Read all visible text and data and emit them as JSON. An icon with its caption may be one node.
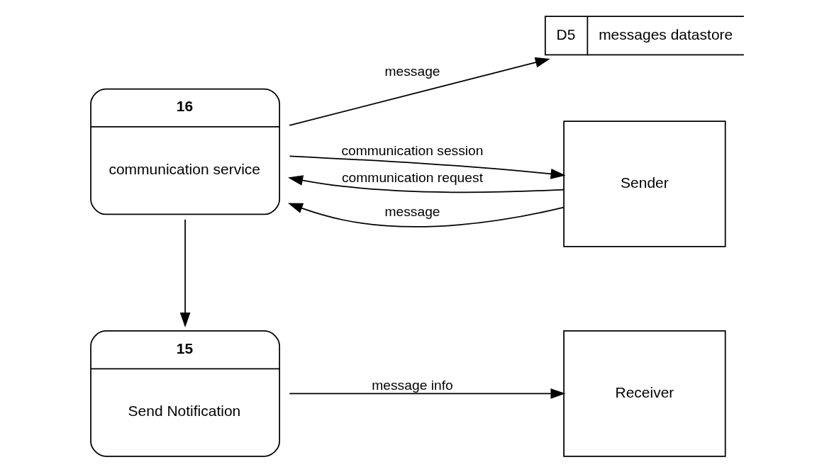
{
  "diagram": {
    "nodes": [
      {
        "text": [
          "16",
          "communication service"
        ]
      },
      {
        "text": [
          "D5",
          "messages datastore"
        ]
      },
      {
        "text": [
          "Sender"
        ]
      },
      {
        "text": [
          "15",
          "Send Notification"
        ]
      },
      {
        "text": [
          "Receiver"
        ]
      }
    ],
    "edges": [
      {
        "from": 0,
        "to": 1,
        "arrow": "to",
        "label": "message"
      },
      {
        "from": 2,
        "to": 0,
        "arrow": "to",
        "label": "communication request"
      },
      {
        "from": 2,
        "to": 0,
        "arrow": "to",
        "label": "message"
      },
      {
        "from": 0,
        "to": 2,
        "arrow": "to",
        "label": "communication session"
      },
      {
        "from": 0,
        "to": 3,
        "arrow": "to"
      },
      {
        "from": 3,
        "to": 4,
        "arrow": "to",
        "label": "message info"
      }
    ]
  }
}
